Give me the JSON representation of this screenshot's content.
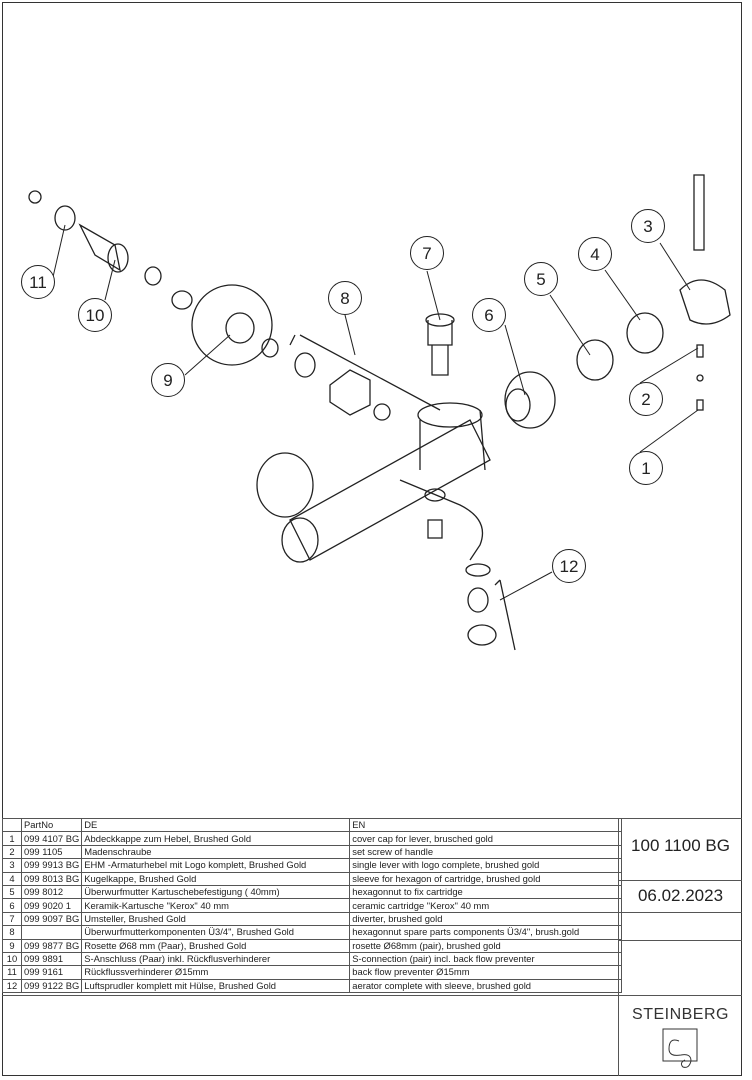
{
  "drawing": {
    "callouts": [
      "1",
      "2",
      "3",
      "4",
      "5",
      "6",
      "7",
      "8",
      "9",
      "10",
      "11",
      "12"
    ]
  },
  "table": {
    "headers": {
      "no": "",
      "partno": "PartNo",
      "de": "DE",
      "en": "EN"
    },
    "rows": [
      {
        "no": "1",
        "partno": "099 4107 BG",
        "de": "Abdeckkappe zum Hebel, Brushed Gold",
        "en": "cover cap for lever, brusched gold"
      },
      {
        "no": "2",
        "partno": "099 1105",
        "de": "Madenschraube",
        "en": "set screw of handle"
      },
      {
        "no": "3",
        "partno": "099 9913 BG",
        "de": "EHM -Armaturhebel mit Logo komplett, Brushed Gold",
        "en": "single lever with logo complete, brushed gold"
      },
      {
        "no": "4",
        "partno": "099 8013 BG",
        "de": "Kugelkappe, Brushed Gold",
        "en": "sleeve for hexagon of cartridge, brushed gold"
      },
      {
        "no": "5",
        "partno": "099 8012",
        "de": "Überwurfmutter Kartuschebefestigung ( 40mm)",
        "en": "hexagonnut to fix cartridge"
      },
      {
        "no": "6",
        "partno": "099 9020 1",
        "de": "Keramik-Kartusche \"Kerox\"  40 mm",
        "en": "ceramic cartridge \"Kerox\"  40 mm"
      },
      {
        "no": "7",
        "partno": "099 9097 BG",
        "de": "Umsteller, Brushed Gold",
        "en": "diverter, brushed gold"
      },
      {
        "no": "8",
        "partno": "",
        "de": "Überwurfmutterkomponenten Ü3/4\", Brushed Gold",
        "en": "hexagonnut spare parts components Ü3/4\", brush.gold"
      },
      {
        "no": "9",
        "partno": "099 9877 BG",
        "de": "Rosette Ø68 mm (Paar), Brushed Gold",
        "en": "rosette Ø68mm (pair), brushed gold"
      },
      {
        "no": "10",
        "partno": "099 9891",
        "de": "S-Anschluss (Paar) inkl. Rückflusverhinderer",
        "en": "S-connection (pair) incl. back flow preventer"
      },
      {
        "no": "11",
        "partno": "099 9161",
        "de": "Rückflussverhinderer Ø15mm",
        "en": "back flow preventer Ø15mm"
      },
      {
        "no": "12",
        "partno": "099 9122 BG",
        "de": "Luftsprudler komplett mit Hülse, Brushed Gold",
        "en": "aerator complete with sleeve, brushed gold"
      }
    ]
  },
  "title_block": {
    "article_no": "100 1100 BG",
    "date": "06.02.2023",
    "brand": "STEINBERG"
  }
}
